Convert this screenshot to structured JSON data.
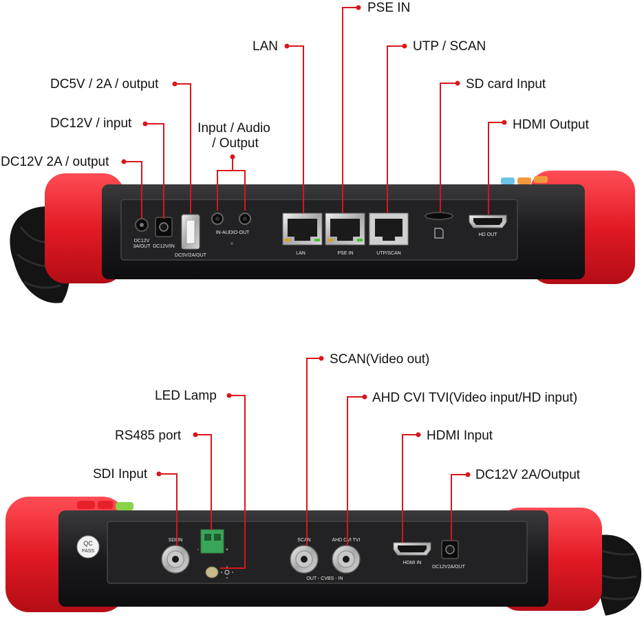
{
  "top_device": {
    "callouts": [
      {
        "id": "dc12v-2a-output",
        "text": "DC12V 2A / output"
      },
      {
        "id": "dc12v-input",
        "text": "DC12V / input"
      },
      {
        "id": "dc5v-2a-output",
        "text": "DC5V / 2A / output"
      },
      {
        "id": "audio",
        "line1": "Input / Audio",
        "line2": "/ Output"
      },
      {
        "id": "lan",
        "text": "LAN"
      },
      {
        "id": "pse-in",
        "text": "PSE IN"
      },
      {
        "id": "utp-scan",
        "text": "UTP / SCAN"
      },
      {
        "id": "sd-card",
        "text": "SD card Input"
      },
      {
        "id": "hdmi-output",
        "text": "HDMI Output"
      }
    ],
    "port_labels": {
      "dc12v_3a_line1": "DC12V",
      "dc12v_3a_line2": "3A/OUT",
      "dc12v_in": "DC12V/IN",
      "dc5v": "DC5V/2A/OUT",
      "in_audio_out": "IN-AUDIO-OUT",
      "lan": "LAN",
      "pse_in": "PSE IN",
      "utp_scan": "UTP/SCAN",
      "hd_out": "HD OUT"
    }
  },
  "bottom_device": {
    "callouts": [
      {
        "id": "scan-video-out",
        "text": "SCAN(Video out)"
      },
      {
        "id": "led-lamp",
        "text": "LED Lamp"
      },
      {
        "id": "ahd",
        "text": "AHD CVI TVI(Video input/HD input)"
      },
      {
        "id": "rs485",
        "text": "RS485 port"
      },
      {
        "id": "hdmi-input",
        "text": "HDMI Input"
      },
      {
        "id": "sdi-input",
        "text": "SDI Input"
      },
      {
        "id": "dc12v-2a-output-b",
        "text": "DC12V 2A/Output"
      }
    ],
    "port_labels": {
      "sdi_in": "SDI IN",
      "scan": "SCAN",
      "ahd_cvi_tvi": "AHD CVI TVI",
      "cvbs": "OUT - CVBS - IN",
      "hdmi_in": "HDMI IN",
      "dc12v2a_out": "DC12V2A/OUT",
      "minus": "-",
      "plus": "+"
    },
    "qc_stamp": {
      "line1": "QC",
      "line2": "PASS"
    }
  },
  "colors": {
    "rubber": "#e8202a",
    "body": "#1c1c1e",
    "leader": "#d9161b",
    "panel": "#2a2a2c"
  }
}
